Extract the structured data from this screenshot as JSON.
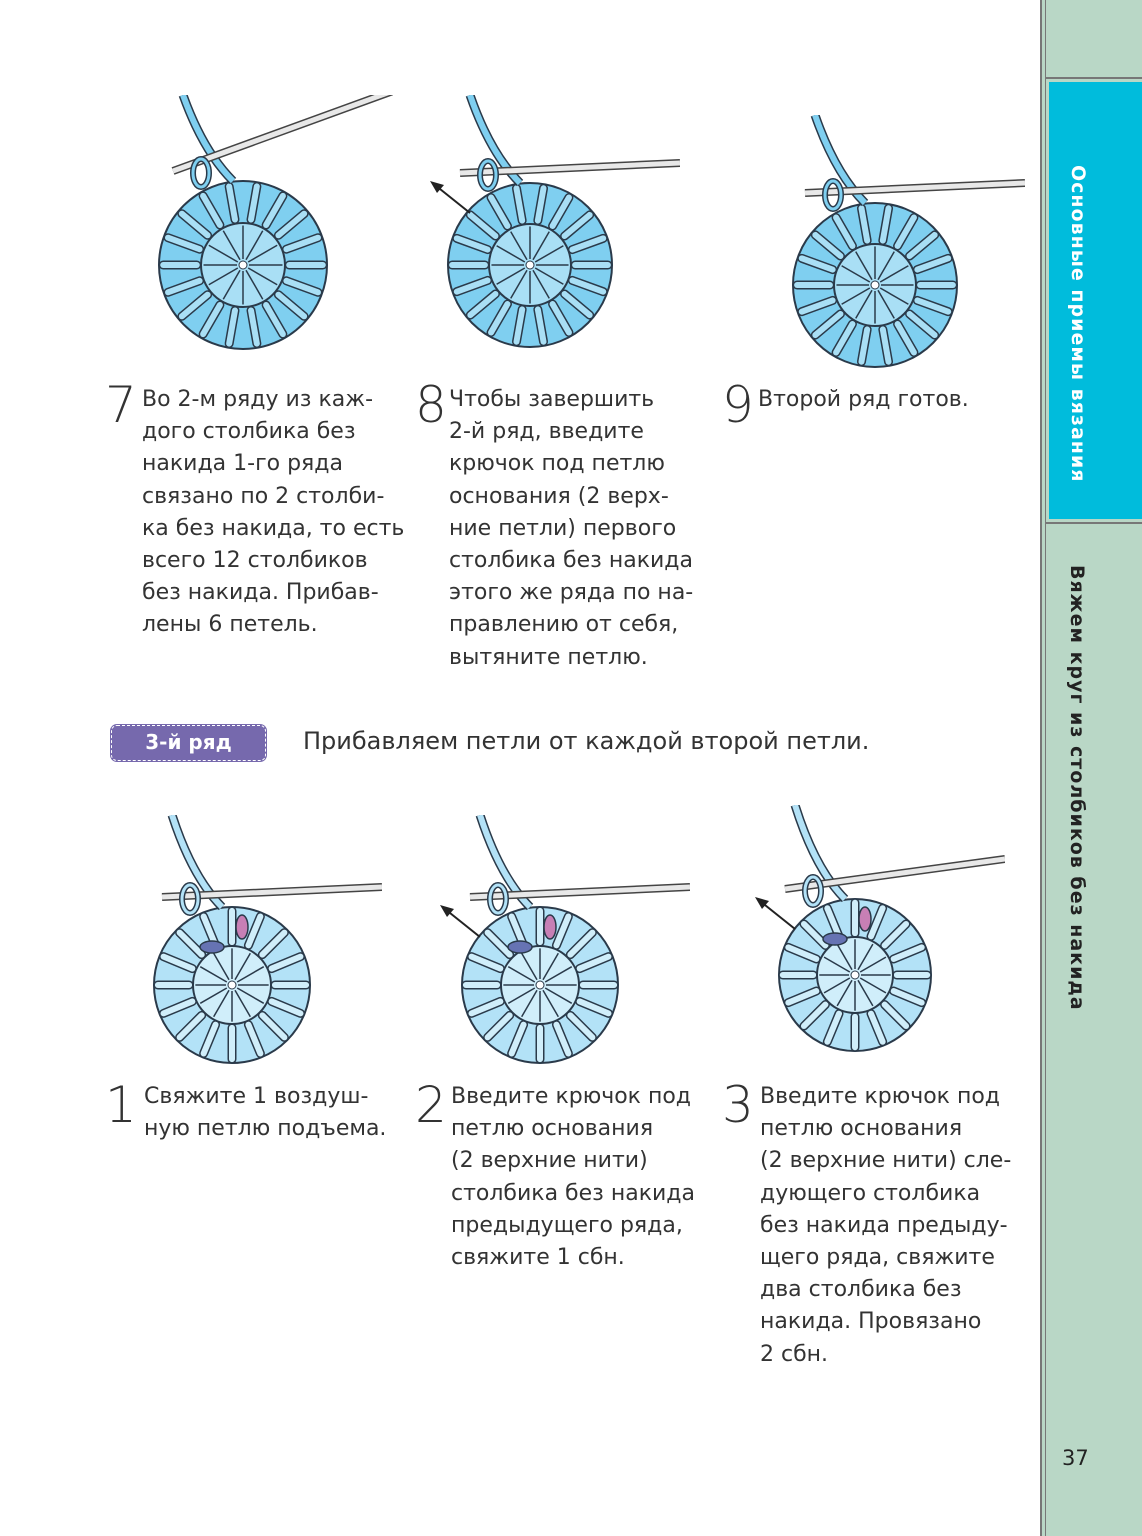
{
  "sidebar": {
    "section_title": "Основные приемы вязания",
    "chapter_title": "Вяжем круг из столбиков без накида",
    "page_number": "37",
    "colors": {
      "accent": "#00bcdc",
      "background": "#b9d7c6"
    }
  },
  "row3": {
    "badge": "3-й ряд",
    "heading": "Прибавляем петли от каждой второй петли."
  },
  "steps_top": [
    {
      "number": "7",
      "lines": [
        "Во 2-м ряду из каж-",
        "дого столбика без",
        "накида 1-го ряда",
        "связано по 2 столби-",
        "ка без накида, то есть",
        "всего 12 столбиков",
        "без накида. Прибав-",
        "лены 6 петель."
      ]
    },
    {
      "number": "8",
      "lines": [
        "Чтобы завершить",
        "2-й ряд, введите",
        "крючок под петлю",
        "основания (2 верх-",
        "ние петли) первого",
        "столбика без накида",
        "этого же ряда по на-",
        "правлению от себя,",
        "вытяните петлю."
      ]
    },
    {
      "number": "9",
      "lines": [
        "Второй ряд готов."
      ]
    }
  ],
  "steps_bottom": [
    {
      "number": "1",
      "lines": [
        "Свяжите 1 воздуш-",
        "ную петлю подъема."
      ]
    },
    {
      "number": "2",
      "lines": [
        "Введите крючок под",
        "петлю основания",
        "(2 верхние нити)",
        "столбика без накида",
        "предыдущего ряда,",
        "свяжите 1 сбн."
      ]
    },
    {
      "number": "3",
      "lines": [
        "Введите крючок под",
        "петлю основания",
        "(2 верхние нити) сле-",
        "дующего столбика",
        "без накида предыду-",
        "щего ряда, свяжите",
        "два столбика без",
        "накида. Провязано",
        "2 сбн."
      ]
    }
  ]
}
